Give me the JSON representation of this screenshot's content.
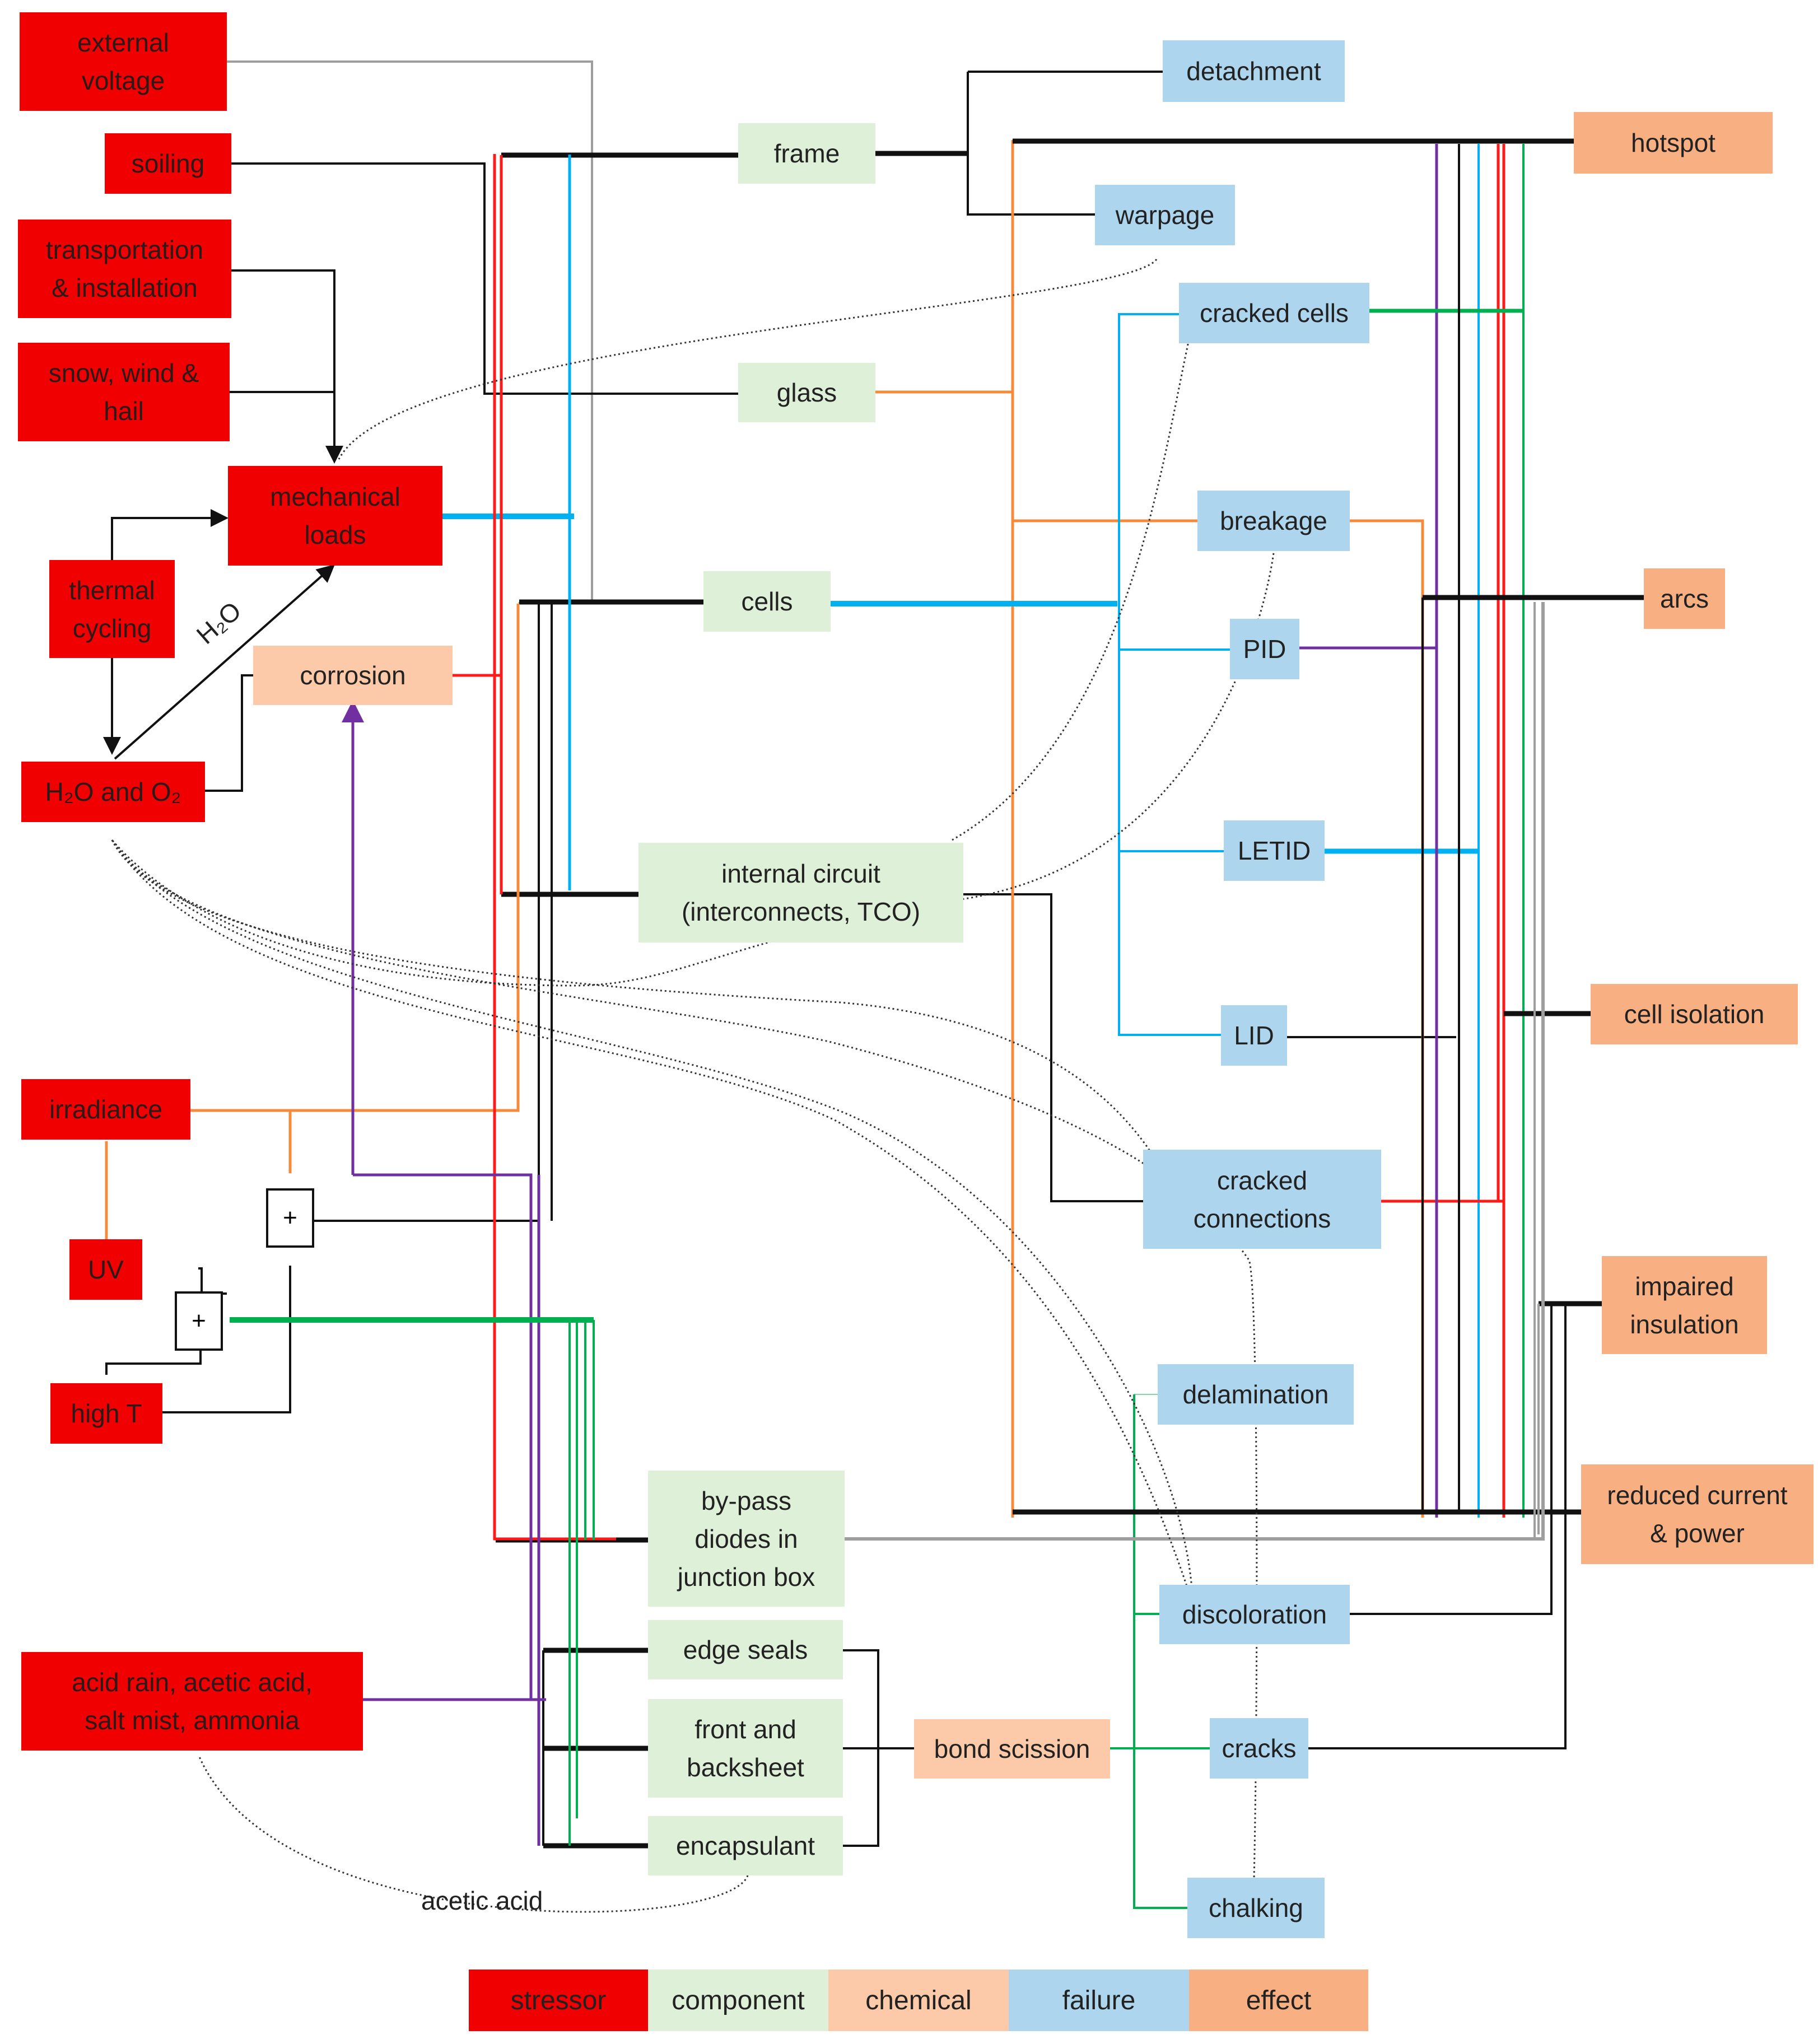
{
  "colors": {
    "stressor": "#f00000",
    "component": "#dff0d8",
    "chemical": "#fccaa8",
    "failure": "#add6ee",
    "effect": "#f8b083",
    "line_black": "#111111",
    "line_cyan": "#00b0f0",
    "line_orange": "#f58b3a",
    "line_red": "#ff1a1a",
    "line_purple": "#7030a0",
    "line_green": "#00b050",
    "line_gray": "#9e9e9e"
  },
  "nodes": {
    "external_voltage": "external\nvoltage",
    "soiling": "soiling",
    "transportation": "transportation\n& installation",
    "snow_wind_hail": "snow, wind &\nhail",
    "mechanical_loads": "mechanical\nloads",
    "thermal_cycling": "thermal\ncycling",
    "h2o_o2": "H₂O and O₂",
    "corrosion": "corrosion",
    "irradiance": "irradiance",
    "uv": "UV",
    "high_t": "high T",
    "acid_rain": "acid rain, acetic acid,\nsalt mist, ammonia",
    "frame": "frame",
    "glass": "glass",
    "cells": "cells",
    "internal_circuit": "internal circuit\n(interconnects, TCO)",
    "bypass_diodes": "by-pass\ndiodes in\njunction box",
    "edge_seals": "edge seals",
    "front_backsheet": "front  and\nbacksheet",
    "encapsulant": "encapsulant",
    "bond_scission": "bond scission",
    "detachment": "detachment",
    "warpage": "warpage",
    "cracked_cells": "cracked cells",
    "breakage": "breakage",
    "pid": "PID",
    "letid": "LETID",
    "lid": "LID",
    "cracked_connections": "cracked\nconnections",
    "delamination": "delamination",
    "discoloration": "discoloration",
    "cracks": "cracks",
    "chalking": "chalking",
    "hotspot": "hotspot",
    "arcs": "arcs",
    "cell_isolation": "cell isolation",
    "impaired_insulation": "impaired\ninsulation",
    "reduced_current": "reduced current\n& power"
  },
  "edge_labels": {
    "h2o_arrow": "H₂O",
    "acetic_acid": "acetic acid"
  },
  "plus_symbol": "+",
  "legend": [
    "stressor",
    "component",
    "chemical",
    "failure",
    "effect"
  ]
}
